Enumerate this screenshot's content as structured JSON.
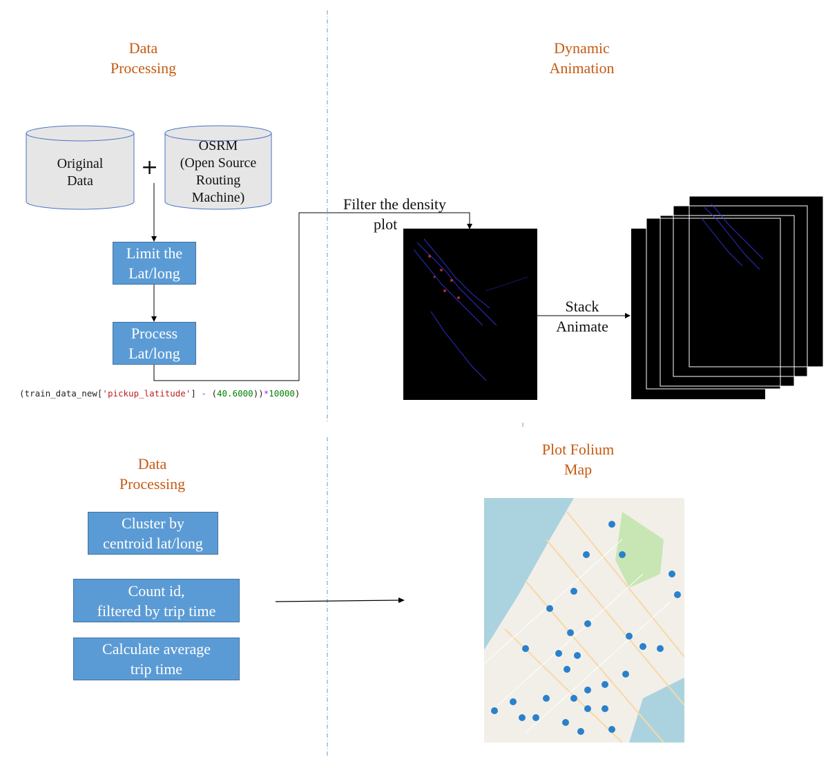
{
  "sections": {
    "top_left_heading": [
      "Data",
      "Processing"
    ],
    "top_right_heading": [
      "Dynamic",
      "Animation"
    ],
    "bottom_left_heading": [
      "Data",
      "Processing"
    ],
    "bottom_right_heading": [
      "Plot Folium",
      "Map"
    ]
  },
  "databases": {
    "original": [
      "Original",
      "Data"
    ],
    "osrm": [
      "OSRM",
      "(Open Source",
      "Routing",
      "Machine)"
    ],
    "plus": "+"
  },
  "process_boxes": {
    "limit": [
      "Limit the",
      "Lat/long"
    ],
    "process": [
      "Process",
      "Lat/long"
    ],
    "cluster": [
      "Cluster by",
      "centroid lat/long"
    ],
    "count": [
      "Count id,",
      "filtered by trip time"
    ],
    "average": [
      "Calculate average",
      "trip time"
    ]
  },
  "code_snippet": {
    "open": "(train_data_new[",
    "string": "'pickup_latitude'",
    "close": "]",
    "op1": " - ",
    "paren": "(",
    "num1": "40.6000",
    "close2": "))",
    "op2": "*",
    "num2": "10000",
    "end": ")"
  },
  "labels": {
    "filter": [
      "Filter the density",
      "plot"
    ],
    "stack": [
      "Stack",
      "Animate"
    ]
  },
  "colors": {
    "heading": "#c55a11",
    "box_fill": "#5b9bd5",
    "box_border": "#41719c",
    "divider": "#5b9bd5",
    "panel": "#000000"
  }
}
